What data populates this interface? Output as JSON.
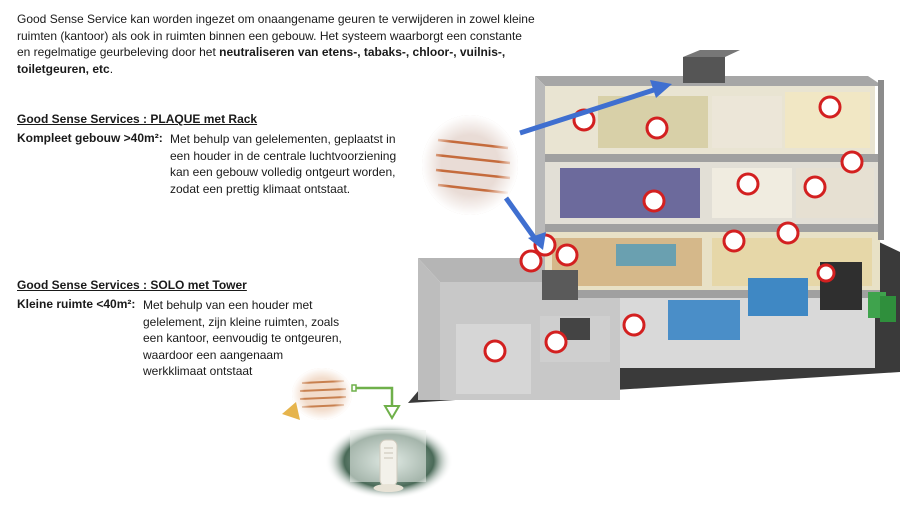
{
  "intro": {
    "text": "Good Sense Service kan worden ingezet om onaangename geuren te verwijderen in zowel kleine ruimten (kantoor) als ook in ruimten binnen een gebouw. Het systeem waarborgt een constante en regelmatige geurbeleving door het ",
    "bold": "neutraliseren van etens-, tabaks-, chloor-, vuilnis-, toiletgeuren, etc",
    "end": "."
  },
  "plaque": {
    "title": "Good Sense Services : PLAQUE met Rack",
    "label": "Kompleet gebouw >40m²:",
    "description": "Met behulp van gelelementen, geplaatst in een houder in de centrale luchtvoorziening kan een gebouw volledig ontgeurt worden, zodat  een prettig klimaat ontstaat."
  },
  "solo": {
    "title": "Good Sense Services : SOLO met Tower",
    "label": "Kleine ruimte <40m²:",
    "description": "Met behulp van een houder met gelelement, zijn kleine  ruimten, zoals een kantoor, eenvoudig te ontgeuren, waardoor een aangenaam werkklimaat ontstaat"
  },
  "colors": {
    "arrow_blue": "#3f6fd0",
    "arrow_green": "#6fb04a",
    "icon_red": "#d32020"
  }
}
